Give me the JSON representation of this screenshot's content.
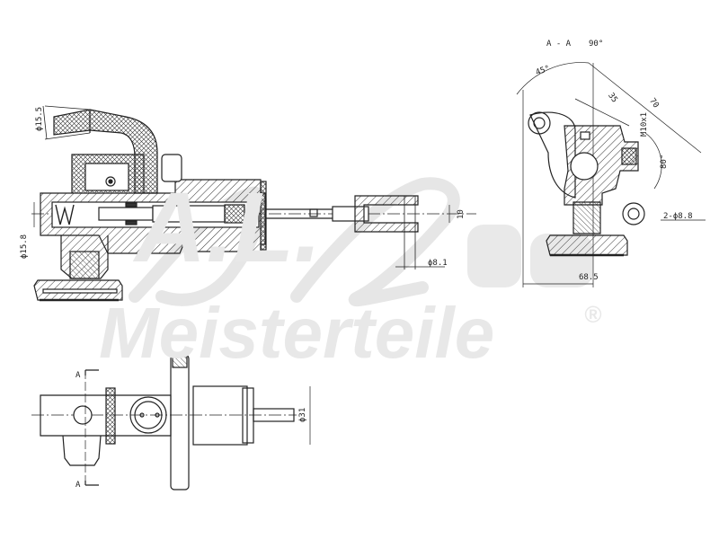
{
  "watermark": {
    "monogram": "A.L.",
    "brand": "Meisterteile",
    "registered": "®"
  },
  "section_view": {
    "title": "A - A",
    "angle": "90°",
    "dims": {
      "angle_45": "45°",
      "dist_35": "35",
      "dist_70": "70",
      "thread": "M10x1",
      "angle_80": "80°",
      "holes": "2-ϕ8.8",
      "width": "68.5"
    }
  },
  "main_view": {
    "dims": {
      "hose_dia": "ϕ15.5",
      "bore_dia": "ϕ15.8",
      "rod_end_width": "10",
      "pin_hole": "ϕ8.1"
    }
  },
  "bottom_view": {
    "section_mark_top": "A",
    "section_mark_bottom": "A",
    "dims": {
      "boot_dia": "ϕ31"
    }
  }
}
